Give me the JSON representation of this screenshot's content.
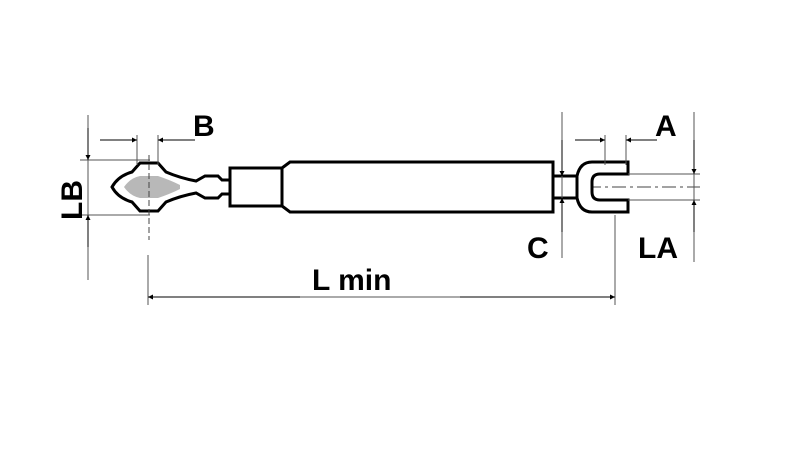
{
  "diagram": {
    "type": "technical-drawing",
    "subject": "adjustable tie rod / turnbuckle with ball joint and clevis ends",
    "labels": {
      "B": "B",
      "LB": "LB",
      "A": "A",
      "LA": "LA",
      "C": "C",
      "L_min": "L min"
    },
    "colors": {
      "line": "#000000",
      "dim_line": "#555555",
      "fill_gray": "#b8b8b8",
      "background": "#ffffff"
    }
  }
}
